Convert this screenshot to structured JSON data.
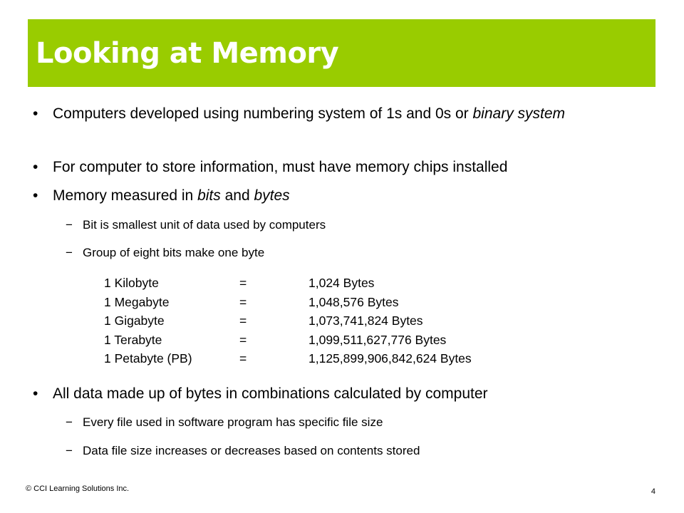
{
  "slide": {
    "title": "Looking at Memory",
    "bullet_symbol": "•",
    "dash_symbol": "−",
    "bullets": [
      {
        "pre": "Computers developed using numbering system of 1s and 0s or ",
        "em": "binary system",
        "post": ""
      },
      {
        "text": "For computer to store information, must have memory chips installed"
      },
      {
        "pre": "Memory measured in ",
        "em1": "bits",
        "mid": " and ",
        "em2": "bytes"
      },
      {
        "text": "All data made up of bytes in combinations calculated by computer"
      }
    ],
    "subbullets_memory": [
      "Bit is smallest unit of data used by computers",
      "Group of eight bits make one byte"
    ],
    "memory_table": [
      {
        "unit": "1 Kilobyte",
        "eq": "=",
        "bytes": "1,024 Bytes"
      },
      {
        "unit": "1 Megabyte",
        "eq": "=",
        "bytes": "1,048,576 Bytes"
      },
      {
        "unit": "1 Gigabyte",
        "eq": "=",
        "bytes": "1,073,741,824 Bytes"
      },
      {
        "unit": "1 Terabyte",
        "eq": "=",
        "bytes": "1,099,511,627,776 Bytes"
      },
      {
        "unit": "1 Petabyte (PB)",
        "eq": "=",
        "bytes": "1,125,899,906,842,624 Bytes"
      }
    ],
    "subbullets_data": [
      "Every file used in software program has specific file size",
      "Data file size increases or decreases based on contents stored"
    ],
    "footer": {
      "copyright": "© CCI Learning Solutions Inc.",
      "page_number": "4"
    }
  },
  "colors": {
    "title_bar": "#99cc00",
    "title_text": "#ffffff",
    "body_text": "#000000"
  }
}
